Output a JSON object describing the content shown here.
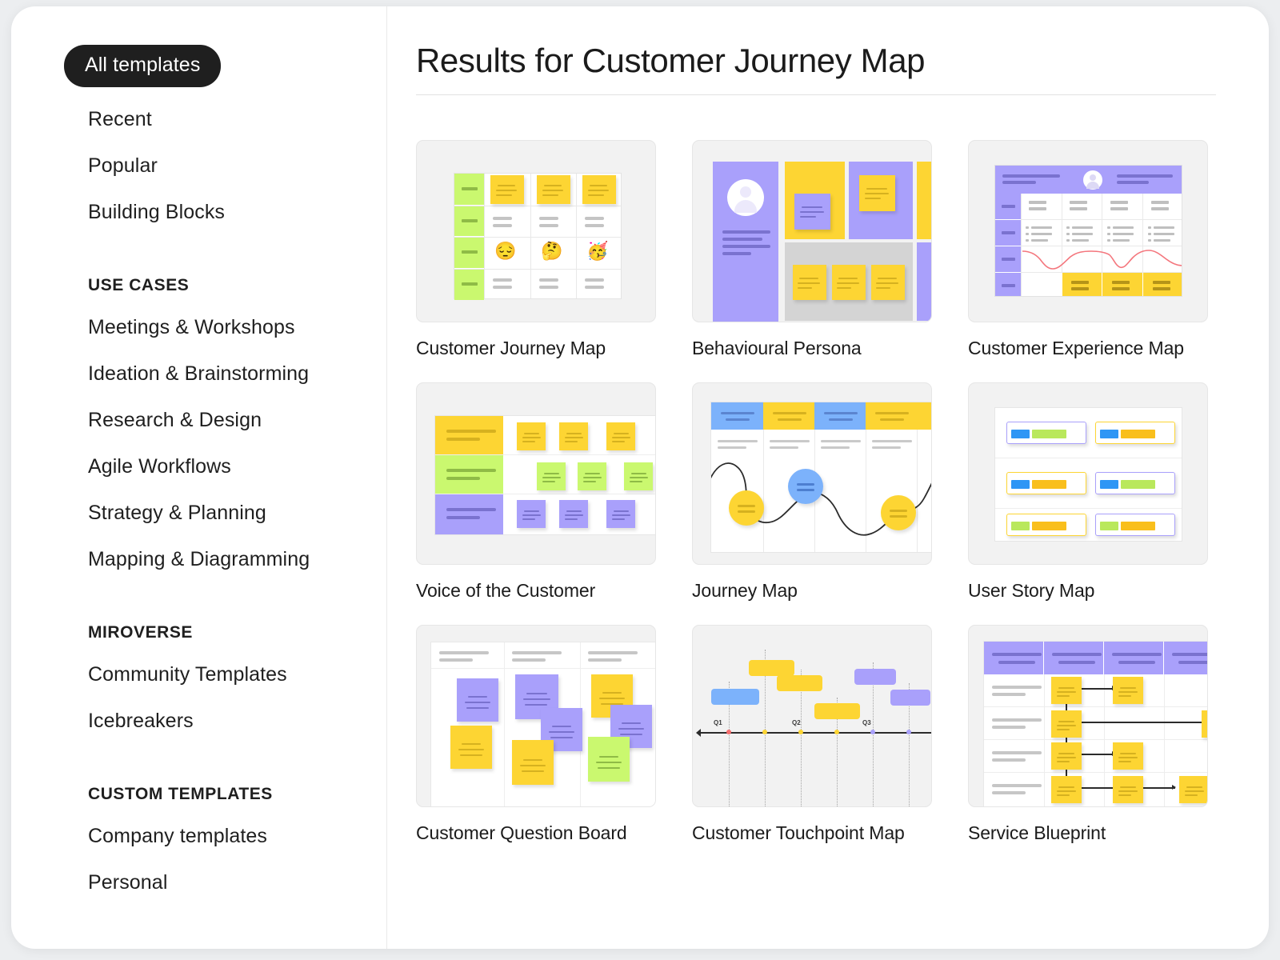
{
  "sidebar": {
    "active_pill": "All templates",
    "top_items": [
      "Recent",
      "Popular",
      "Building Blocks"
    ],
    "sections": [
      {
        "heading": "USE CASES",
        "items": [
          "Meetings & Workshops",
          "Ideation & Brainstorming",
          "Research & Design",
          "Agile Workflows",
          "Strategy & Planning",
          "Mapping & Diagramming"
        ]
      },
      {
        "heading": "MIROVERSE",
        "items": [
          "Community Templates",
          "Icebreakers"
        ]
      },
      {
        "heading": "CUSTOM TEMPLATES",
        "items": [
          "Company templates",
          "Personal"
        ]
      }
    ]
  },
  "main": {
    "results_title": "Results for Customer Journey Map",
    "templates": [
      {
        "title": "Customer Journey Map",
        "thumb": "journey-grid-emoji"
      },
      {
        "title": "Behavioural Persona",
        "thumb": "persona-panel"
      },
      {
        "title": "Customer Experience Map",
        "thumb": "experience-table-curve"
      },
      {
        "title": "Voice of the Customer",
        "thumb": "voc-rows"
      },
      {
        "title": "Journey Map",
        "thumb": "journey-curve"
      },
      {
        "title": "User Story Map",
        "thumb": "story-cards"
      },
      {
        "title": "Customer Question Board",
        "thumb": "question-columns"
      },
      {
        "title": "Customer Touchpoint Map",
        "thumb": "touchpoint-timeline"
      },
      {
        "title": "Service Blueprint",
        "thumb": "blueprint-table"
      }
    ]
  },
  "thumbnails": {
    "customer_journey_map": {
      "emojis": [
        "😔",
        "🤔",
        "🥳"
      ],
      "row_label_color": "#caf86f",
      "note_color": "#fdd533",
      "columns": 3,
      "rows": 4
    },
    "journey_map": {
      "header_colors": [
        "#7cb2fb",
        "#fdd533",
        "#7cb2fb",
        "#fdd533"
      ],
      "node_colors": [
        "#fdd533",
        "#7cb2fb",
        "#fdd533"
      ]
    },
    "customer_touchpoint_map": {
      "axis_labels": [
        "Q1",
        "Q2",
        "Q3"
      ],
      "box_colors": [
        "#7cb2fb",
        "#fdd533",
        "#fdd533",
        "#fdd533",
        "#a9a0fb",
        "#a9a0fb"
      ],
      "node_colors": [
        "#f76d6d",
        "#fdd533",
        "#fdd533",
        "#fdd533",
        "#a9a0fb",
        "#a9a0fb"
      ]
    },
    "user_story_map": {
      "card_border_colors": [
        "#a9a0fb",
        "#fdd533",
        "#fdd533",
        "#a9a0fb",
        "#fdd533",
        "#a9a0fb"
      ],
      "bar_pairs": [
        [
          "#2e96f5",
          "#b9e85c"
        ],
        [
          "#2e96f5",
          "#f9bf1c"
        ],
        [
          "#2e96f5",
          "#f9bf1c"
        ],
        [
          "#2e96f5",
          "#b9e85c"
        ],
        [
          "#b9e85c",
          "#f9bf1c"
        ],
        [
          "#b9e85c",
          "#f9bf1c"
        ]
      ]
    },
    "voice_of_the_customer": {
      "row_colors": [
        "#fdd533",
        "#caf86f",
        "#a9a0fb"
      ]
    },
    "customer_question_board": {
      "note_colors": [
        "#a9a0fb",
        "#fdd533",
        "#caf86f"
      ]
    },
    "customer_experience_map": {
      "curve_color": "#f4767d",
      "header_color": "#a9a0fb",
      "highlight_color": "#fdd533"
    },
    "service_blueprint": {
      "header_color": "#a9a0fb",
      "note_color": "#fdd533"
    },
    "behavioural_persona": {
      "panel_color": "#a9a0fb",
      "accent_color": "#fdd533"
    }
  },
  "colors": {
    "accent_yellow": "#fdd533",
    "accent_purple": "#a9a0fb",
    "accent_green": "#caf86f",
    "accent_blue": "#7cb2fb",
    "text_dark": "#1b1b1b",
    "thumb_bg": "#f2f2f2",
    "pill_bg": "#1f1f1f"
  }
}
